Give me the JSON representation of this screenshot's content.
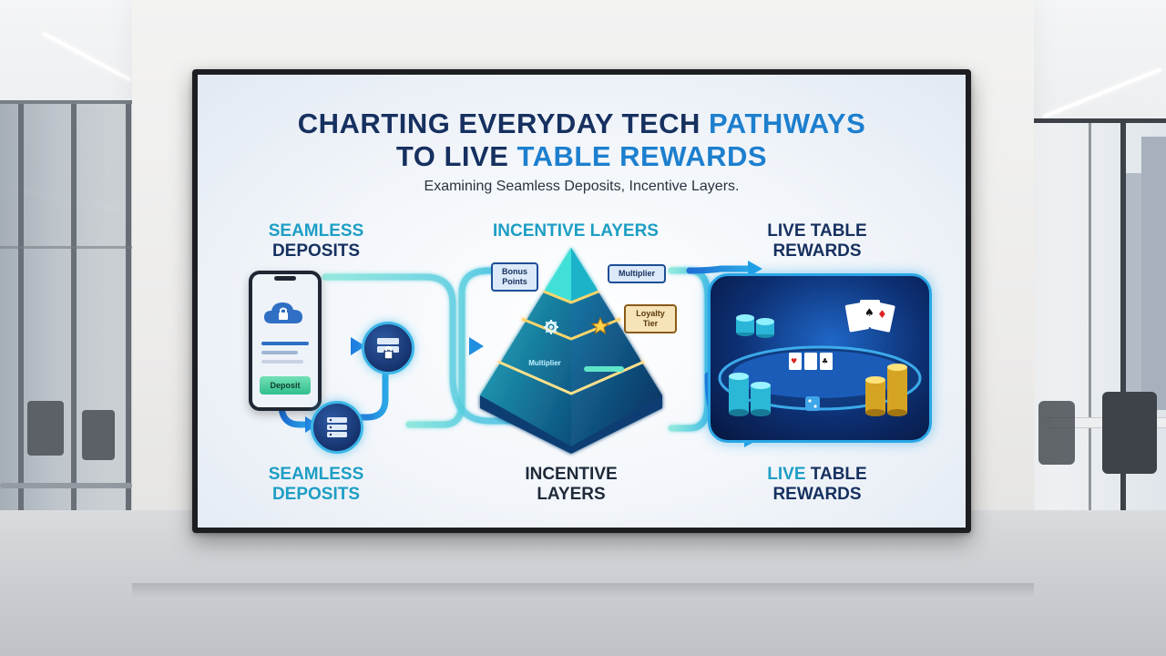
{
  "slide": {
    "title_line1_a": "CHARTING EVERYDAY TECH ",
    "title_line1_b": "PATHWAYS",
    "title_line2_a": "TO LIVE ",
    "title_line2_b": "TABLE REWARDS",
    "subtitle": "Examining Seamless Deposits, Incentive Layers."
  },
  "columns": {
    "deposits_top_1": "SEAMLESS",
    "deposits_top_2": "DEPOSITS",
    "incentive_top": "INCENTIVE LAYERS",
    "rewards_top_1": "LIVE TABLE",
    "rewards_top_2": "REWARDS",
    "deposits_bottom_1": "SEAMLESS",
    "deposits_bottom_2": "DEPOSITS",
    "incentive_bottom_1": "INCENTIVE",
    "incentive_bottom_2": "LAYERS",
    "rewards_bottom_1a": "LIVE ",
    "rewards_bottom_1b": "TABLE",
    "rewards_bottom_2": "REWARDS"
  },
  "phone": {
    "button_label": "Deposit"
  },
  "pyramid_tags": {
    "bonus_1": "Bonus",
    "bonus_2": "Points",
    "multiplier": "Multiplier",
    "loyalty_1": "Loyalty",
    "loyalty_2": "Tier",
    "layer_label": "Multiplier"
  },
  "icons": {
    "phone_cloud": "cloud-lock-icon",
    "node_top": "server-lock-icon",
    "node_bottom": "server-stack-icon",
    "pyramid_gear": "gear-icon",
    "pyramid_star": "star-icon"
  },
  "colors": {
    "navy": "#16305f",
    "accent_blue": "#1d7fce",
    "cyan": "#1d9ec4",
    "flow_blue": "#1f8fe0",
    "flow_teal": "#3fd0d0"
  }
}
